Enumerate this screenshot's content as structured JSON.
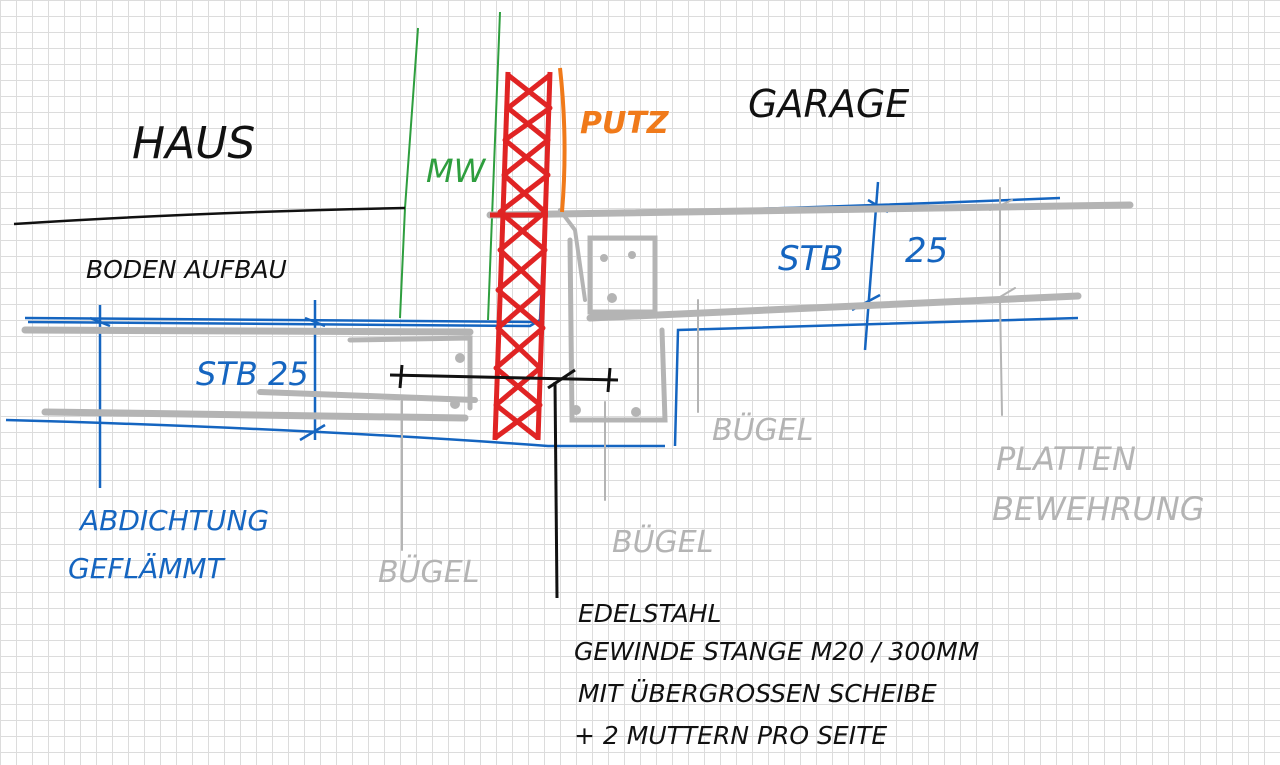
{
  "labels": {
    "haus": "HAUS",
    "garage": "GARAGE",
    "mw": "MW",
    "putz": "PUTZ",
    "boden_aufbau": "BODEN AUFBAU",
    "stb_25_left": "STB 25",
    "stb_right": "STB",
    "dim_25": "25",
    "abdichtung_1": "ABDICHTUNG",
    "abdichtung_2": "GEFLÄMMT",
    "buegel_left": "BÜGEL",
    "buegel_middle": "BÜGEL",
    "buegel_right": "BÜGEL",
    "platten_1": "PLATTEN",
    "platten_2": "BEWEHRUNG",
    "note_1": "EDELSTAHL",
    "note_2": "GEWINDE STANGE M20 / 300MM",
    "note_3": "MIT ÜBERGROSSEN SCHEIBE",
    "note_4": "+ 2 MUTTERN PRO SEITE"
  },
  "colors": {
    "ink_black": "#111111",
    "ink_blue": "#1565c0",
    "ink_gray": "#b4b4b4",
    "ink_green": "#2e9e3e",
    "ink_red": "#e02424",
    "ink_orange": "#f07a1a",
    "grid": "#dcdcdc"
  }
}
